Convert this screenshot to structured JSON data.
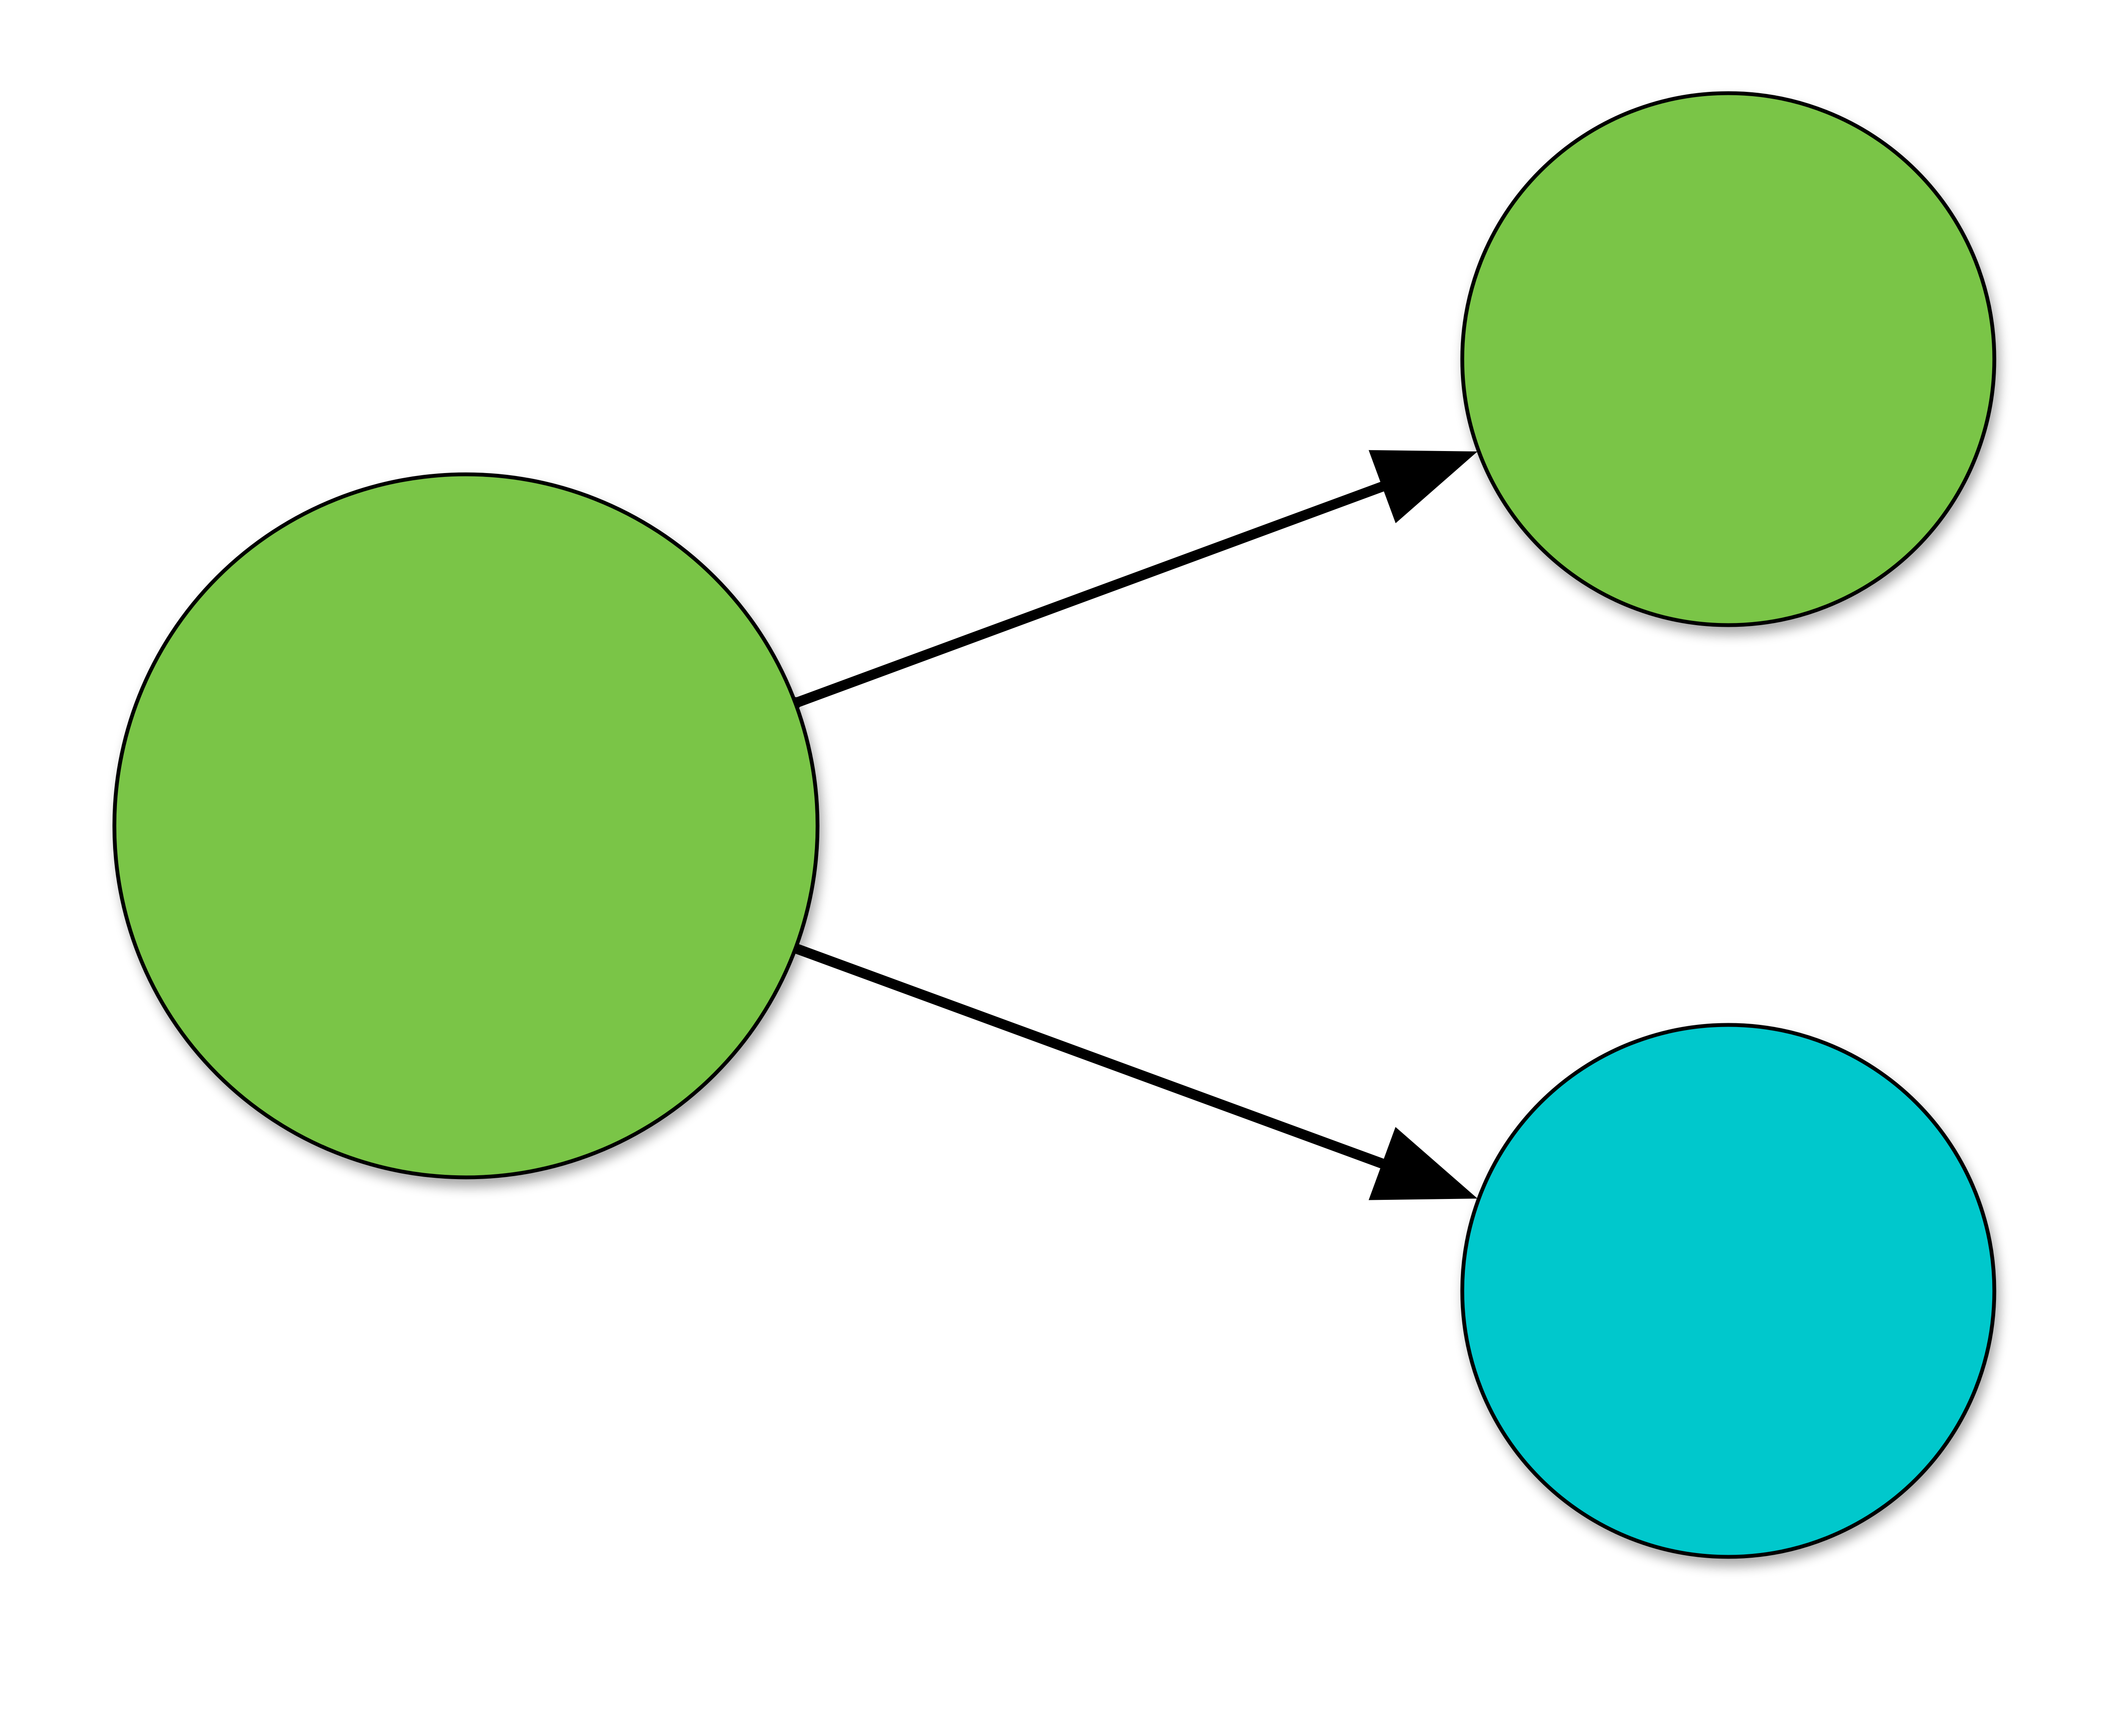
{
  "diagram": {
    "background": "#ffffff",
    "stroke_color": "#000000",
    "nodes": [
      {
        "id": "source",
        "fill": "#7ac547"
      },
      {
        "id": "target-top",
        "fill": "#7ac547"
      },
      {
        "id": "target-bottom",
        "fill": "#00c8cc"
      }
    ],
    "edges": [
      {
        "from": "source",
        "to": "target-top",
        "directed": true
      },
      {
        "from": "source",
        "to": "target-bottom",
        "directed": true
      }
    ]
  }
}
